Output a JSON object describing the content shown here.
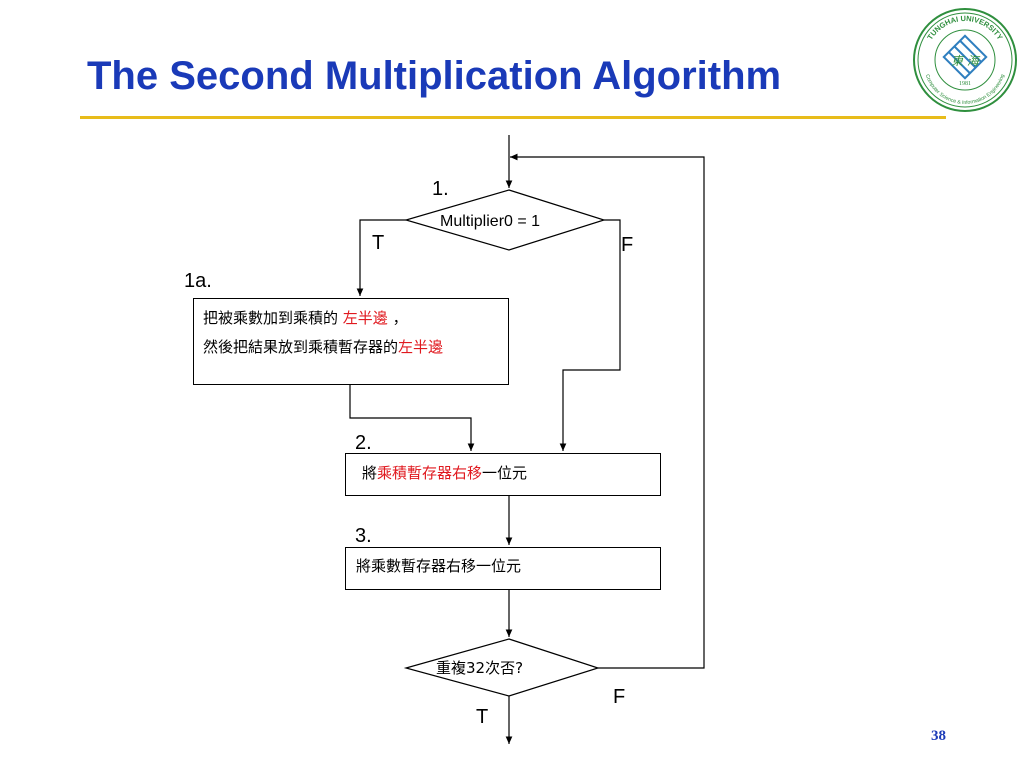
{
  "title": "The Second Multiplication Algorithm",
  "logo": {
    "ring_text_top": "TUNGHAI UNIVERSITY",
    "ring_text_bottom": "Computer Science & Information Engineering",
    "center_text": "東 海",
    "year": "1981",
    "colors": {
      "ring": "#2f8f3e",
      "center": "#2f7fbf"
    }
  },
  "flowchart": {
    "step1": {
      "number": "1.",
      "condition": "Multiplier0 = 1",
      "true_label": "T",
      "false_label": "F"
    },
    "step1a": {
      "number": "1a.",
      "line1_plain": "把被乘數加到乘積的 ",
      "line1_red": "左半邊",
      "line1_tail": " ，",
      "line2_plain": "然後把結果放到乘積暫存器的",
      "line2_red": "左半邊"
    },
    "step2": {
      "number": "2.",
      "prefix": "將",
      "red": "乘積暫存器右移",
      "suffix": "一位元"
    },
    "step3": {
      "number": "3.",
      "text": "將乘數暫存器右移一位元"
    },
    "repeat": {
      "question": "重複32次否?",
      "true_label": "T",
      "false_label": "F"
    }
  },
  "colors": {
    "title": "#1a3ab8",
    "rule": "#e8bc1a",
    "highlight": "#e0191f"
  },
  "page_number": "38"
}
